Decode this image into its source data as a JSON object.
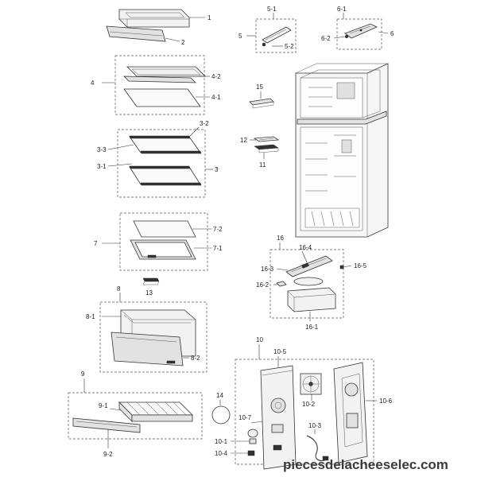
{
  "labels": {
    "p1": "1",
    "p2": "2",
    "p4": "4",
    "p4_2": "4-2",
    "p4_1": "4-1",
    "p3_2": "3-2",
    "p3_3": "3-3",
    "p3_1": "3-1",
    "p3": "3",
    "p7": "7",
    "p7_2": "7-2",
    "p7_1": "7-1",
    "p13": "13",
    "p8": "8",
    "p8_1": "8-1",
    "p8_2": "8-2",
    "p9": "9",
    "p9_1": "9-1",
    "p9_2": "9-2",
    "p5_1": "5-1",
    "p5": "5",
    "p5_2": "5-2",
    "p6_1": "6-1",
    "p6_2": "6-2",
    "p6": "6",
    "p15": "15",
    "p12": "12",
    "p11": "11",
    "p16": "16",
    "p16_4": "16-4",
    "p16_3": "16-3",
    "p16_5": "16-5",
    "p16_2": "16-2",
    "p16_1": "16-1",
    "p10": "10",
    "p10_5": "10-5",
    "p10_7": "10-7",
    "p10_2": "10-2",
    "p10_6": "10-6",
    "p10_3": "10-3",
    "p10_1": "10-1",
    "p10_4": "10-4",
    "p14": "14"
  },
  "watermark": "piecesdelacheeselec.com"
}
